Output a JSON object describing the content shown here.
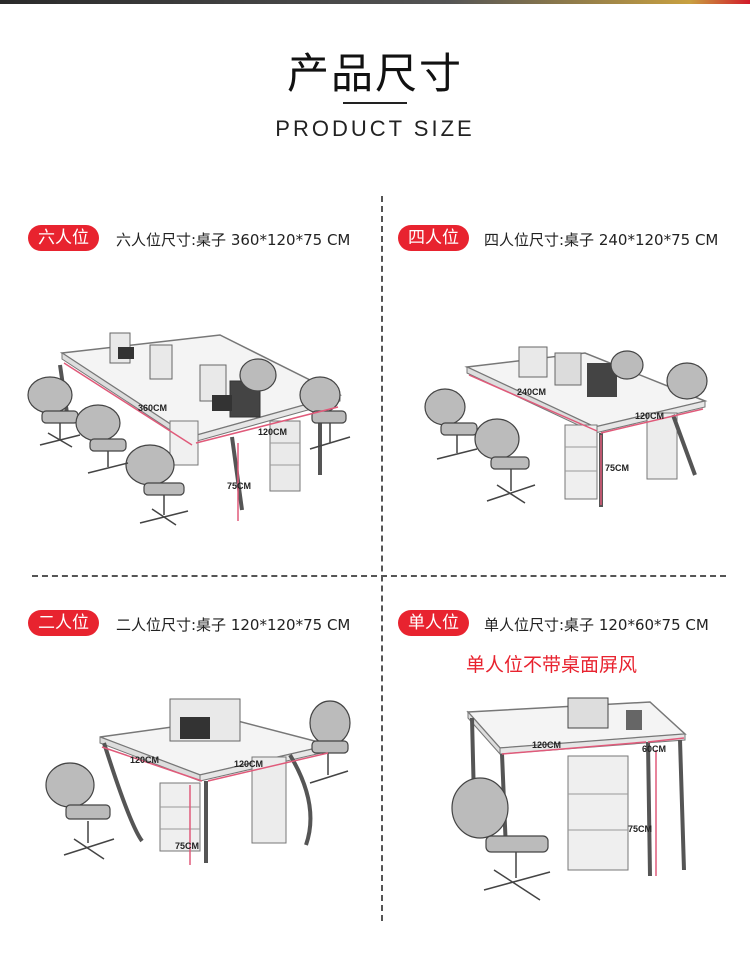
{
  "header": {
    "title_cn": "产品尺寸",
    "title_en": "PRODUCT SIZE"
  },
  "colors": {
    "accent": "#e8232f",
    "dim_line": "#e05a7a",
    "text": "#222222"
  },
  "panels": [
    {
      "badge": "六人位",
      "spec": "六人位尺寸:桌子 360*120*75 CM",
      "dims": {
        "length": "360CM",
        "depth": "120CM",
        "height": "75CM"
      }
    },
    {
      "badge": "四人位",
      "spec": "四人位尺寸:桌子 240*120*75 CM",
      "dims": {
        "length": "240CM",
        "depth": "120CM",
        "height": "75CM"
      }
    },
    {
      "badge": "二人位",
      "spec": "二人位尺寸:桌子 120*120*75 CM",
      "dims": {
        "length": "120CM",
        "depth": "120CM",
        "height": "75CM"
      }
    },
    {
      "badge": "单人位",
      "spec": "单人位尺寸:桌子 120*60*75 CM",
      "note": "单人位不带桌面屏风",
      "dims": {
        "length": "120CM",
        "depth": "60CM",
        "height": "75CM"
      }
    }
  ]
}
